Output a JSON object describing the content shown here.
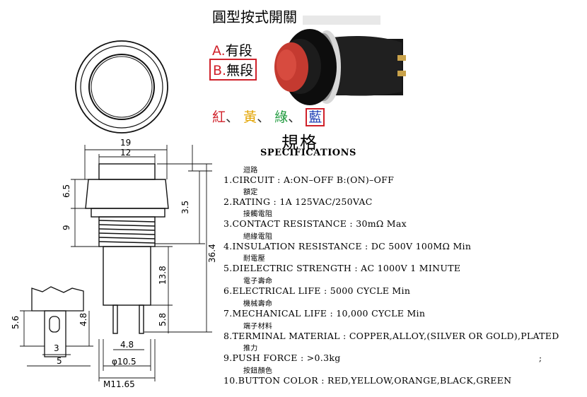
{
  "header": {
    "title": "圓型按式開關"
  },
  "options": {
    "a": {
      "letter": "A.",
      "label": "有段"
    },
    "b": {
      "letter": "B.",
      "label": "無段"
    }
  },
  "color_options": {
    "red": "紅",
    "yellow": "黃",
    "green": "綠",
    "blue": "藍",
    "separator": "、",
    "accent_red": "#d0212a",
    "accent_yellow": "#e3a400",
    "accent_green": "#1e9a3c",
    "accent_blue": "#1f3fb5"
  },
  "spec": {
    "title_cn": "規格",
    "title_en": "SPECIFICATIONS",
    "items": [
      {
        "cn": "迴路",
        "en": "1.CIRCUIT : A:ON–OFF   B:(ON)–OFF"
      },
      {
        "cn": "額定",
        "en": "2.RATING : 1A 125VAC/250VAC"
      },
      {
        "cn": "接觸電阻",
        "en": "3.CONTACT RESISTANCE : 30mΩ Max"
      },
      {
        "cn": "絕緣電阻",
        "en": "4.INSULATION RESISTANCE : DC 500V 100MΩ Min"
      },
      {
        "cn": "耐電壓",
        "en": "5.DIELECTRIC STRENGTH : AC 1000V 1 MINUTE"
      },
      {
        "cn": "電子壽命",
        "en": "6.ELECTRICAL LIFE : 5000 CYCLE Min"
      },
      {
        "cn": "機械壽命",
        "en": "7.MECHANICAL LIFE : 10,000 CYCLE Min"
      },
      {
        "cn": "端子材料",
        "en": "8.TERMINAL MATERIAL : COPPER,ALLOY,(SILVER OR GOLD),PLATED"
      },
      {
        "cn": "推力",
        "en": "9.PUSH FORCE : >0.3kg"
      },
      {
        "cn": "按鈕顏色",
        "en": "10.BUTTON COLOR : RED,YELLOW,ORANGE,BLACK,GREEN"
      }
    ],
    "trailing_mark": ";"
  },
  "dimensions": {
    "d19": "19",
    "d12": "12",
    "d6_5": "6.5",
    "d9": "9",
    "d3_5": "3.5",
    "d36_4": "36.4",
    "d13_8": "13.8",
    "d5_8": "5.8",
    "d4_8": "4.8",
    "d10_5": "φ10.5",
    "m11_65": "M11.65",
    "t5_6": "5.6",
    "t4_8": "4.8",
    "t3": "3",
    "t5": "5"
  }
}
